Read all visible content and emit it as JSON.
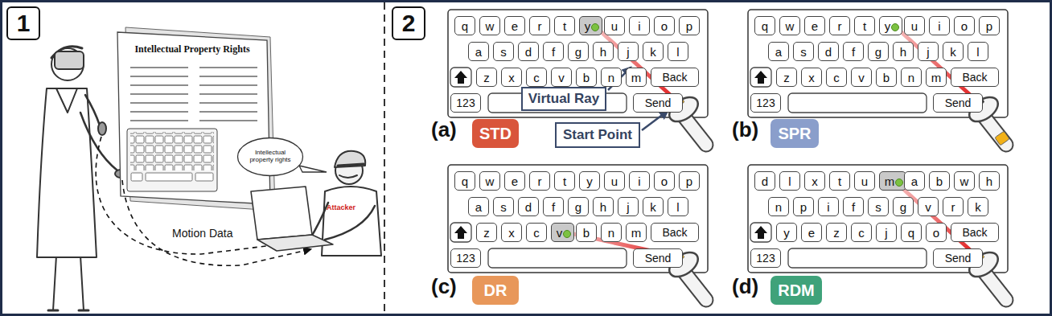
{
  "diagram": {
    "nodes": [
      {
        "text": [
          "1"
        ]
      },
      {
        "text": [
          "Intellectual Property Rights"
        ]
      },
      {
        "text": [
          "Intellectual property rights"
        ]
      },
      {
        "text": [
          "2"
        ]
      },
      {
        "text": [
          "q"
        ]
      },
      {
        "text": [
          "w"
        ]
      },
      {
        "text": [
          "e"
        ]
      },
      {
        "text": [
          "r"
        ]
      },
      {
        "text": [
          "t"
        ]
      },
      {
        "text": [
          "y"
        ]
      },
      {
        "text": [
          "u"
        ]
      },
      {
        "text": [
          "i"
        ]
      },
      {
        "text": [
          "o"
        ]
      },
      {
        "text": [
          "p"
        ]
      },
      {
        "text": [
          "a"
        ]
      },
      {
        "text": [
          "s"
        ]
      },
      {
        "text": [
          "d"
        ]
      },
      {
        "text": [
          "f"
        ]
      },
      {
        "text": [
          "g"
        ]
      },
      {
        "text": [
          "h"
        ]
      },
      {
        "text": [
          "j"
        ]
      },
      {
        "text": [
          "k"
        ]
      },
      {
        "text": [
          "l"
        ]
      },
      {
        "text": [
          "z"
        ]
      },
      {
        "text": [
          "x"
        ]
      },
      {
        "text": [
          "c"
        ]
      },
      {
        "text": [
          "v"
        ]
      },
      {
        "text": [
          "b"
        ]
      },
      {
        "text": [
          "n"
        ]
      },
      {
        "text": [
          "m"
        ]
      },
      {
        "text": [
          "Back"
        ]
      },
      {
        "text": [
          "123"
        ]
      },
      {
        "text": [
          "Send"
        ]
      },
      {
        "text": [
          "Virtual Ray"
        ]
      },
      {
        "text": [
          "Start Point"
        ]
      },
      {
        "text": [
          "STD"
        ]
      },
      {
        "text": [
          "q"
        ]
      },
      {
        "text": [
          "w"
        ]
      },
      {
        "text": [
          "e"
        ]
      },
      {
        "text": [
          "r"
        ]
      },
      {
        "text": [
          "t"
        ]
      },
      {
        "text": [
          "y"
        ]
      },
      {
        "text": [
          "u"
        ]
      },
      {
        "text": [
          "i"
        ]
      },
      {
        "text": [
          "o"
        ]
      },
      {
        "text": [
          "p"
        ]
      },
      {
        "text": [
          "a"
        ]
      },
      {
        "text": [
          "s"
        ]
      },
      {
        "text": [
          "d"
        ]
      },
      {
        "text": [
          "f"
        ]
      },
      {
        "text": [
          "g"
        ]
      },
      {
        "text": [
          "h"
        ]
      },
      {
        "text": [
          "j"
        ]
      },
      {
        "text": [
          "k"
        ]
      },
      {
        "text": [
          "l"
        ]
      },
      {
        "text": [
          "z"
        ]
      },
      {
        "text": [
          "x"
        ]
      },
      {
        "text": [
          "c"
        ]
      },
      {
        "text": [
          "v"
        ]
      },
      {
        "text": [
          "b"
        ]
      },
      {
        "text": [
          "n"
        ]
      },
      {
        "text": [
          "m"
        ]
      },
      {
        "text": [
          "Back"
        ]
      },
      {
        "text": [
          "123"
        ]
      },
      {
        "text": [
          "Send"
        ]
      },
      {
        "text": [
          "SPR"
        ]
      },
      {
        "text": [
          "q"
        ]
      },
      {
        "text": [
          "w"
        ]
      },
      {
        "text": [
          "e"
        ]
      },
      {
        "text": [
          "r"
        ]
      },
      {
        "text": [
          "t"
        ]
      },
      {
        "text": [
          "y"
        ]
      },
      {
        "text": [
          "u"
        ]
      },
      {
        "text": [
          "i"
        ]
      },
      {
        "text": [
          "o"
        ]
      },
      {
        "text": [
          "p"
        ]
      },
      {
        "text": [
          "a"
        ]
      },
      {
        "text": [
          "s"
        ]
      },
      {
        "text": [
          "d"
        ]
      },
      {
        "text": [
          "f"
        ]
      },
      {
        "text": [
          "g"
        ]
      },
      {
        "text": [
          "h"
        ]
      },
      {
        "text": [
          "j"
        ]
      },
      {
        "text": [
          "k"
        ]
      },
      {
        "text": [
          "l"
        ]
      },
      {
        "text": [
          "z"
        ]
      },
      {
        "text": [
          "x"
        ]
      },
      {
        "text": [
          "c"
        ]
      },
      {
        "text": [
          "v"
        ]
      },
      {
        "text": [
          "b"
        ]
      },
      {
        "text": [
          "n"
        ]
      },
      {
        "text": [
          "m"
        ]
      },
      {
        "text": [
          "Back"
        ]
      },
      {
        "text": [
          "123"
        ]
      },
      {
        "text": [
          "Send"
        ]
      },
      {
        "text": [
          "DR"
        ]
      },
      {
        "text": [
          "d"
        ]
      },
      {
        "text": [
          "l"
        ]
      },
      {
        "text": [
          "x"
        ]
      },
      {
        "text": [
          "t"
        ]
      },
      {
        "text": [
          "u"
        ]
      },
      {
        "text": [
          "m"
        ]
      },
      {
        "text": [
          "a"
        ]
      },
      {
        "text": [
          "b"
        ]
      },
      {
        "text": [
          "w"
        ]
      },
      {
        "text": [
          "h"
        ]
      },
      {
        "text": [
          "n"
        ]
      },
      {
        "text": [
          "p"
        ]
      },
      {
        "text": [
          "i"
        ]
      },
      {
        "text": [
          "f"
        ]
      },
      {
        "text": [
          "s"
        ]
      },
      {
        "text": [
          "g"
        ]
      },
      {
        "text": [
          "v"
        ]
      },
      {
        "text": [
          "r"
        ]
      },
      {
        "text": [
          "k"
        ]
      },
      {
        "text": [
          "y"
        ]
      },
      {
        "text": [
          "e"
        ]
      },
      {
        "text": [
          "z"
        ]
      },
      {
        "text": [
          "c"
        ]
      },
      {
        "text": [
          "j"
        ]
      },
      {
        "text": [
          "q"
        ]
      },
      {
        "text": [
          "o"
        ]
      },
      {
        "text": [
          "Back"
        ]
      },
      {
        "text": [
          "123"
        ]
      },
      {
        "text": [
          "Send"
        ]
      },
      {
        "text": [
          "RDM"
        ]
      }
    ],
    "labels": [
      "Motion Data",
      "Attacker",
      "(a)",
      "(b)",
      "(c)",
      "(d)"
    ]
  }
}
